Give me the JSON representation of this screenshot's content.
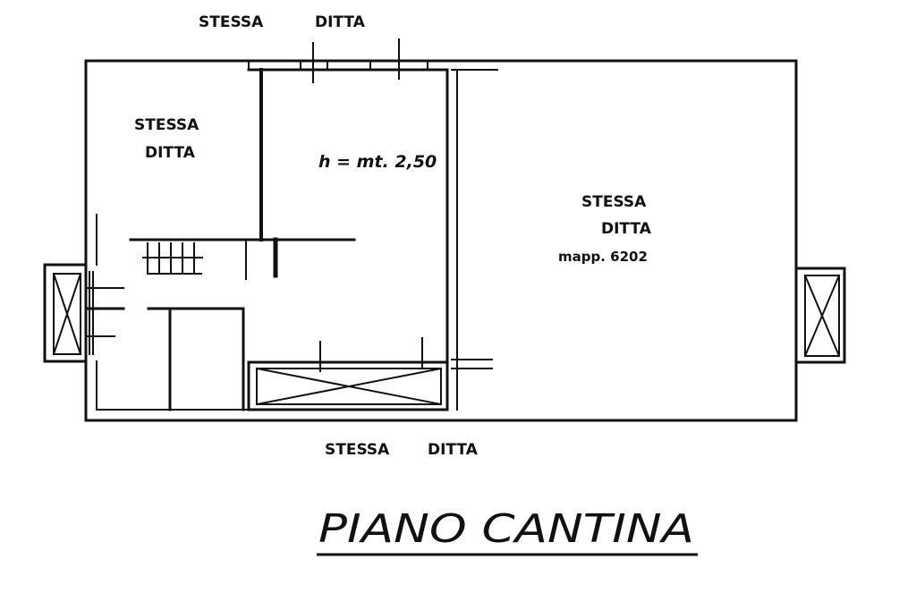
{
  "labels": {
    "top_neighbor": [
      "STESSA",
      "DITTA"
    ],
    "room_left": [
      "STESSA",
      "DITTA"
    ],
    "room_height": "h = mt. 2,50",
    "room_right": [
      "STESSA",
      "DITTA"
    ],
    "room_right_parcel": "mapp. 6202",
    "bottom_neighbor": [
      "STESSA",
      "DITTA"
    ]
  },
  "title": "PIANO CANTINA",
  "colors": {
    "ink": "#111111",
    "paper": "#ffffff"
  }
}
